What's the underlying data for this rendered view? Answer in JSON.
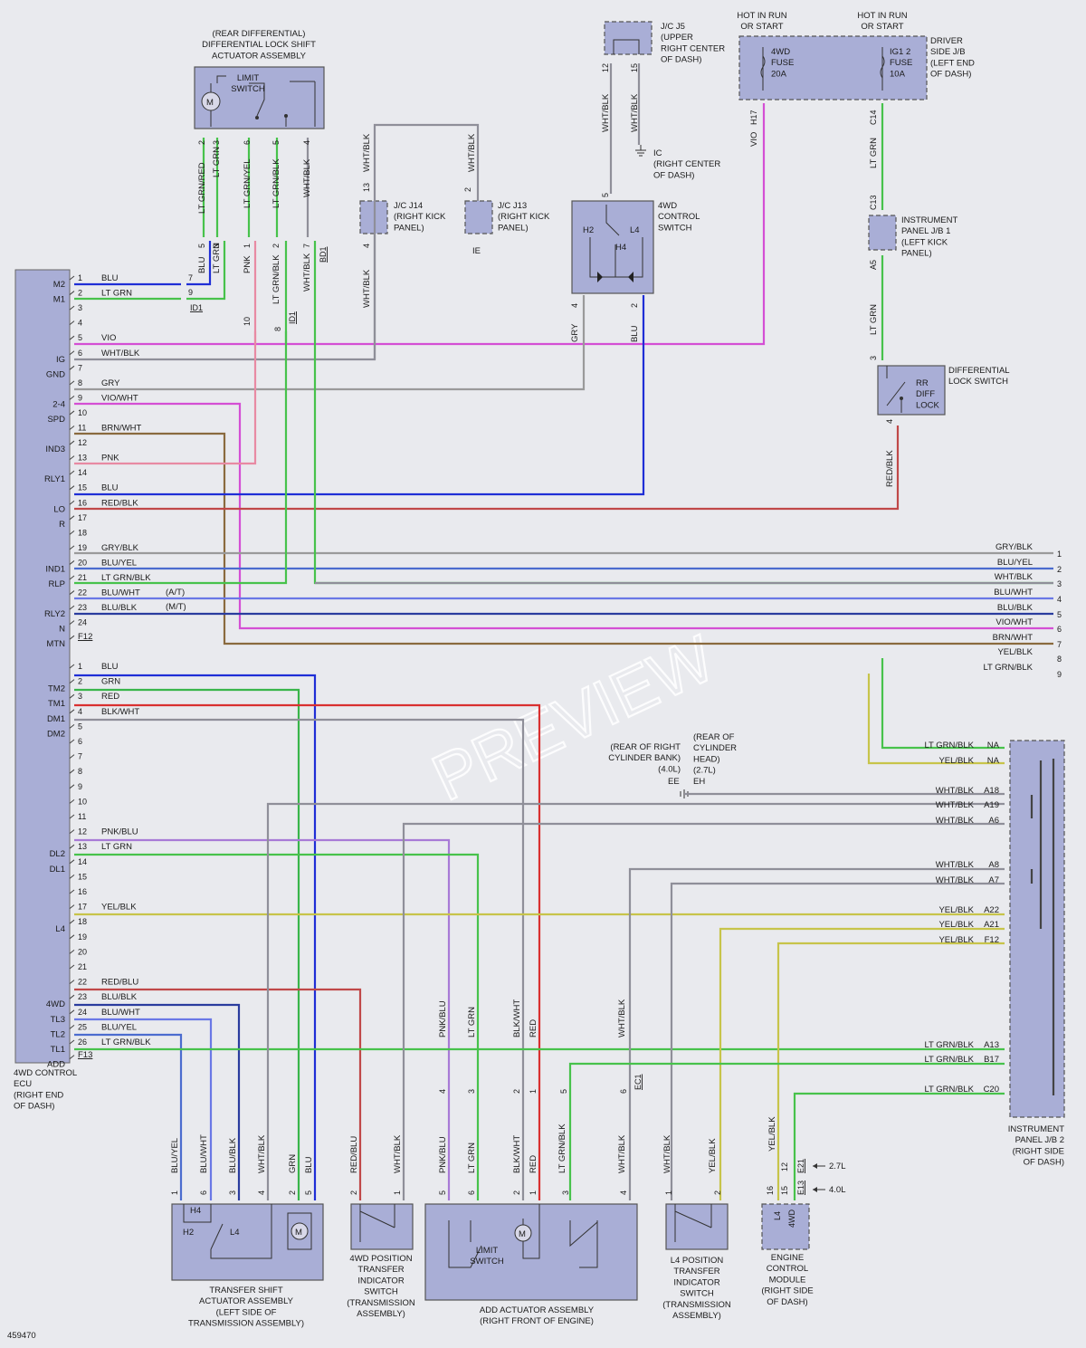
{
  "diagram_id": "459470",
  "watermark": "PREVIEW",
  "colors": {
    "BLU": "#1f2ed6",
    "GRN": "#39b54a",
    "LTGRN": "#47c24b",
    "VIO": "#d44fd4",
    "WHTBLK": "#8f8f99",
    "GRY": "#9a9a9a",
    "RED": "#d93030",
    "REDBLK": "#c04848",
    "BRN": "#8a6a3e",
    "PNK": "#e88aa3",
    "YEL": "#c7c44a",
    "PNKBLU": "#a87ad6",
    "BLUYEL": "#4b6ccf",
    "BLUWHT": "#6a78e6",
    "BLUBLK": "#2a3c9e"
  },
  "components": {
    "rear_diff": "(REAR DIFFERENTIAL)|DIFFERENTIAL LOCK SHIFT|ACTUATOR ASSEMBLY",
    "limit_switch": "LIMIT|SWITCH",
    "jc_j5": "J/C J5|(UPPER|RIGHT CENTER|OF DASH)",
    "hot_run_1": "HOT IN RUN|OR START",
    "hot_run_2": "HOT IN RUN|OR START",
    "driver_jb": "DRIVER|SIDE J/B|(LEFT END|OF DASH)",
    "fuse_4wd": "4WD|FUSE|20A",
    "fuse_ig12": "IG1 2|FUSE|10A",
    "ic": "IC|(RIGHT CENTER|OF DASH)",
    "jc_j14": "J/C J14|(RIGHT KICK|PANEL)",
    "jc_j13": "J/C J13|(RIGHT KICK|PANEL)",
    "ie": "IE",
    "control_switch": "4WD|CONTROL|SWITCH",
    "ip_jb1": "INSTRUMENT|PANEL J/B 1|(LEFT KICK|PANEL)",
    "diff_lock_switch": "DIFFERENTIAL|LOCK SWITCH",
    "rr_diff": "RR|DIFF|LOCK",
    "ecu": "4WD CONTROL|ECU|(RIGHT END|OF DASH)",
    "ground_right": "(REAR OF RIGHT|CYLINDER BANK)|(4.0L)",
    "ground_head": "(REAR OF|CYLINDER|HEAD)|(2.7L)",
    "ee": "EE",
    "eh": "EH",
    "ip_jb2": "INSTRUMENT|PANEL J/B 2|(RIGHT SIDE|OF DASH)",
    "transfer_shift": "TRANSFER SHIFT|ACTUATOR ASSEMBLY|(LEFT SIDE OF|TRANSMISSION ASSEMBLY)",
    "pos_4wd": "4WD POSITION|TRANSFER|INDICATOR|SWITCH|(TRANSMISSION|ASSEMBLY)",
    "add_actuator": "ADD ACTUATOR ASSEMBLY|(RIGHT FRONT OF ENGINE)",
    "pos_l4": "L4 POSITION|TRANSFER|INDICATOR|SWITCH|(TRANSMISSION|ASSEMBLY)",
    "ecm": "ENGINE|CONTROL|MODULE|(RIGHT SIDE|OF DASH)",
    "l_27": "2.7L",
    "l_40": "4.0L",
    "h2": "H2",
    "h4": "H4",
    "l4": "L4",
    "m": "M"
  },
  "ecu_pins": [
    {
      "label": "M2",
      "n": "1",
      "wire": "BLU"
    },
    {
      "label": "M1",
      "n": "2",
      "wire": "LT GRN"
    },
    {
      "label": "",
      "n": "3",
      "wire": ""
    },
    {
      "label": "",
      "n": "4",
      "wire": ""
    },
    {
      "label": "",
      "n": "5",
      "wire": "VIO"
    },
    {
      "label": "IG",
      "n": "6",
      "wire": "WHT/BLK"
    },
    {
      "label": "GND",
      "n": "7",
      "wire": ""
    },
    {
      "label": "",
      "n": "8",
      "wire": "GRY"
    },
    {
      "label": "2-4",
      "n": "9",
      "wire": "VIO/WHT"
    },
    {
      "label": "SPD",
      "n": "10",
      "wire": ""
    },
    {
      "label": "",
      "n": "11",
      "wire": "BRN/WHT"
    },
    {
      "label": "IND3",
      "n": "12",
      "wire": ""
    },
    {
      "label": "",
      "n": "13",
      "wire": "PNK"
    },
    {
      "label": "RLY1",
      "n": "14",
      "wire": ""
    },
    {
      "label": "",
      "n": "15",
      "wire": "BLU"
    },
    {
      "label": "LO",
      "n": "16",
      "wire": "RED/BLK"
    },
    {
      "label": "R",
      "n": "17",
      "wire": ""
    },
    {
      "label": "",
      "n": "18",
      "wire": ""
    },
    {
      "label": "",
      "n": "19",
      "wire": "GRY/BLK"
    },
    {
      "label": "IND1",
      "n": "20",
      "wire": "BLU/YEL"
    },
    {
      "label": "RLP",
      "n": "21",
      "wire": "LT GRN/BLK"
    },
    {
      "label": "",
      "n": "22",
      "wire": "BLU/WHT"
    },
    {
      "label": "RLY2",
      "n": "23",
      "wire": "BLU/BLK"
    },
    {
      "label": "N",
      "n": "24",
      "wire": ""
    },
    {
      "label": "MTN",
      "n": "",
      "wire": ""
    }
  ],
  "ecu_pins2": [
    {
      "label": "",
      "n": "1",
      "wire": "BLU"
    },
    {
      "label": "TM2",
      "n": "2",
      "wire": "GRN"
    },
    {
      "label": "TM1",
      "n": "3",
      "wire": "RED"
    },
    {
      "label": "DM1",
      "n": "4",
      "wire": "BLK/WHT"
    },
    {
      "label": "DM2",
      "n": "5",
      "wire": ""
    },
    {
      "label": "",
      "n": "6",
      "wire": ""
    },
    {
      "label": "",
      "n": "7",
      "wire": ""
    },
    {
      "label": "",
      "n": "8",
      "wire": ""
    },
    {
      "label": "",
      "n": "9",
      "wire": ""
    },
    {
      "label": "",
      "n": "10",
      "wire": ""
    },
    {
      "label": "",
      "n": "11",
      "wire": ""
    },
    {
      "label": "",
      "n": "12",
      "wire": "PNK/BLU"
    },
    {
      "label": "DL2",
      "n": "13",
      "wire": "LT GRN"
    },
    {
      "label": "DL1",
      "n": "14",
      "wire": ""
    },
    {
      "label": "",
      "n": "15",
      "wire": ""
    },
    {
      "label": "",
      "n": "16",
      "wire": ""
    },
    {
      "label": "",
      "n": "17",
      "wire": "YEL/BLK"
    },
    {
      "label": "L4",
      "n": "18",
      "wire": ""
    },
    {
      "label": "",
      "n": "19",
      "wire": ""
    },
    {
      "label": "",
      "n": "20",
      "wire": ""
    },
    {
      "label": "",
      "n": "21",
      "wire": ""
    },
    {
      "label": "",
      "n": "22",
      "wire": "RED/BLU"
    },
    {
      "label": "4WD",
      "n": "23",
      "wire": "BLU/BLK"
    },
    {
      "label": "TL3",
      "n": "24",
      "wire": "BLU/WHT"
    },
    {
      "label": "TL2",
      "n": "25",
      "wire": "BLU/YEL"
    },
    {
      "label": "TL1",
      "n": "26",
      "wire": "LT GRN/BLK"
    },
    {
      "label": "ADD",
      "n": "",
      "wire": ""
    }
  ],
  "connector_f12": "F12",
  "connector_f13": "F13",
  "notes": {
    "at": "(A/T)",
    "mt": "(M/T)"
  },
  "right_bus": [
    {
      "n": "1",
      "wire": "GRY/BLK"
    },
    {
      "n": "2",
      "wire": "BLU/YEL"
    },
    {
      "n": "3",
      "wire": "WHT/BLK"
    },
    {
      "n": "4",
      "wire": "BLU/WHT"
    },
    {
      "n": "5",
      "wire": "BLU/BLK"
    },
    {
      "n": "6",
      "wire": "VIO/WHT"
    },
    {
      "n": "7",
      "wire": "BRN/WHT"
    },
    {
      "n": "8",
      "wire": "YEL/BLK"
    },
    {
      "n": "9",
      "wire": "LT GRN/BLK"
    }
  ],
  "jb2_pins": [
    {
      "wire": "LT GRN/BLK",
      "pin": "NA"
    },
    {
      "wire": "YEL/BLK",
      "pin": "NA"
    },
    {
      "wire": "WHT/BLK",
      "pin": "A18"
    },
    {
      "wire": "WHT/BLK",
      "pin": "A19"
    },
    {
      "wire": "WHT/BLK",
      "pin": "A6"
    },
    {
      "wire": "WHT/BLK",
      "pin": "A8"
    },
    {
      "wire": "WHT/BLK",
      "pin": "A7"
    },
    {
      "wire": "YEL/BLK",
      "pin": "A22"
    },
    {
      "wire": "YEL/BLK",
      "pin": "A21"
    },
    {
      "wire": "YEL/BLK",
      "pin": "F12"
    },
    {
      "wire": "LT GRN/BLK",
      "pin": "A13"
    },
    {
      "wire": "LT GRN/BLK",
      "pin": "B17"
    },
    {
      "wire": "LT GRN/BLK",
      "pin": "C20"
    }
  ],
  "top_labels": [
    {
      "t": "LT GRN/RED"
    },
    {
      "t": "LT GRN"
    },
    {
      "t": "LT GRN/YEL"
    },
    {
      "t": "LT GRN/BLK"
    },
    {
      "t": "WHT/BLK"
    },
    {
      "t": "BLU"
    },
    {
      "t": "LT GRN"
    },
    {
      "t": "PNK"
    },
    {
      "t": "LT GRN/BLK"
    },
    {
      "t": "WHT/BLK"
    },
    {
      "t": "WHT/BLK"
    },
    {
      "t": "WHT/BLK"
    },
    {
      "t": "WHT/BLK"
    },
    {
      "t": "WHT/BLK"
    },
    {
      "t": "WHT/BLK"
    },
    {
      "t": "VIO"
    },
    {
      "t": "LT GRN"
    },
    {
      "t": "LT GRN"
    },
    {
      "t": "GRY"
    },
    {
      "t": "BLU"
    },
    {
      "t": "RED/BLK"
    }
  ],
  "top_pins": [
    {
      "t": "2"
    },
    {
      "t": "3"
    },
    {
      "t": "6"
    },
    {
      "t": "5"
    },
    {
      "t": "4"
    },
    {
      "t": "5"
    },
    {
      "t": "3"
    },
    {
      "t": "1"
    },
    {
      "t": "2"
    },
    {
      "t": "7"
    },
    {
      "t": "7"
    },
    {
      "t": "9"
    },
    {
      "t": "10"
    },
    {
      "t": "8"
    },
    {
      "t": "13"
    },
    {
      "t": "4"
    },
    {
      "t": "2"
    },
    {
      "t": "12"
    },
    {
      "t": "15"
    },
    {
      "t": "H17"
    },
    {
      "t": "C14"
    },
    {
      "t": "C13"
    },
    {
      "t": "A5"
    },
    {
      "t": "3"
    },
    {
      "t": "4"
    },
    {
      "t": "4"
    },
    {
      "t": "5"
    },
    {
      "t": "2"
    }
  ],
  "conn_ids": [
    {
      "t": "ID1"
    },
    {
      "t": "BD1"
    },
    {
      "t": "ID1"
    },
    {
      "t": "EC1"
    },
    {
      "t": "E21"
    },
    {
      "t": "E13"
    }
  ],
  "bottom_labels": [
    {
      "t": "BLU/YEL"
    },
    {
      "t": "BLU/WHT"
    },
    {
      "t": "BLU/BLK"
    },
    {
      "t": "WHT/BLK"
    },
    {
      "t": "GRN"
    },
    {
      "t": "BLU"
    },
    {
      "t": "RED/BLU"
    },
    {
      "t": "WHT/BLK"
    },
    {
      "t": "PNK/BLU"
    },
    {
      "t": "LT GRN"
    },
    {
      "t": "BLK/WHT"
    },
    {
      "t": "RED"
    },
    {
      "t": "LT GRN/BLK"
    },
    {
      "t": "WHT/BLK"
    },
    {
      "t": "WHT/BLK"
    },
    {
      "t": "YEL/BLK"
    },
    {
      "t": "YEL/BLK"
    },
    {
      "t": "PNK/BLU"
    },
    {
      "t": "LT GRN"
    },
    {
      "t": "BLK/WHT"
    },
    {
      "t": "RED"
    },
    {
      "t": "WHT/BLK"
    }
  ],
  "bottom_pins": [
    {
      "t": "1"
    },
    {
      "t": "6"
    },
    {
      "t": "3"
    },
    {
      "t": "4"
    },
    {
      "t": "2"
    },
    {
      "t": "5"
    },
    {
      "t": "2"
    },
    {
      "t": "1"
    },
    {
      "t": "5"
    },
    {
      "t": "6"
    },
    {
      "t": "2"
    },
    {
      "t": "1"
    },
    {
      "t": "3"
    },
    {
      "t": "4"
    },
    {
      "t": "1"
    },
    {
      "t": "2"
    },
    {
      "t": "16"
    },
    {
      "t": "15"
    },
    {
      "t": "12"
    },
    {
      "t": "4"
    },
    {
      "t": "3"
    },
    {
      "t": "2"
    },
    {
      "t": "1"
    },
    {
      "t": "5"
    },
    {
      "t": "6"
    }
  ]
}
